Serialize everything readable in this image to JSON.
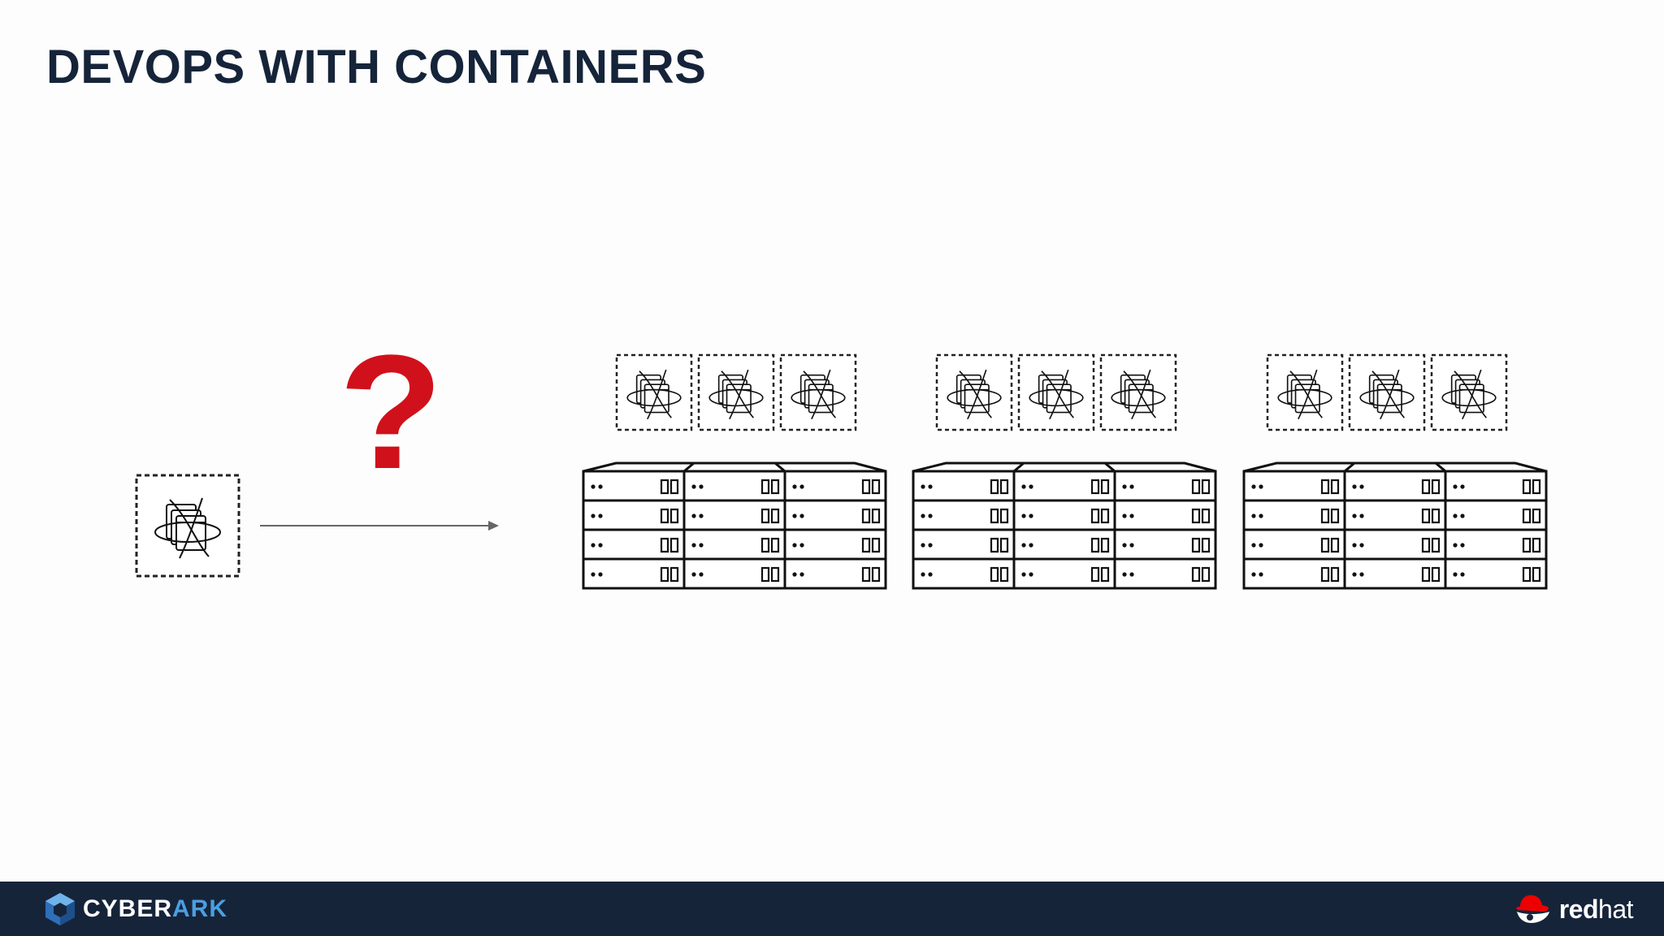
{
  "slide": {
    "title": "DEVOPS WITH CONTAINERS",
    "question_mark": "?",
    "accent_color": "#d0111b",
    "title_color": "#16243a"
  },
  "diagram": {
    "source_container_icon": "container-icon",
    "target_server_groups": 3,
    "containers_per_group": 3,
    "server_icon": "server-rack-icon"
  },
  "footer": {
    "background": "#16243a",
    "left_logo": {
      "text_part1": "CYBER",
      "text_part2": "ARK",
      "icon": "cyberark-cube-icon"
    },
    "right_logo": {
      "text_part1": "red",
      "text_part2": "hat",
      "icon": "redhat-shadowman-icon"
    }
  }
}
